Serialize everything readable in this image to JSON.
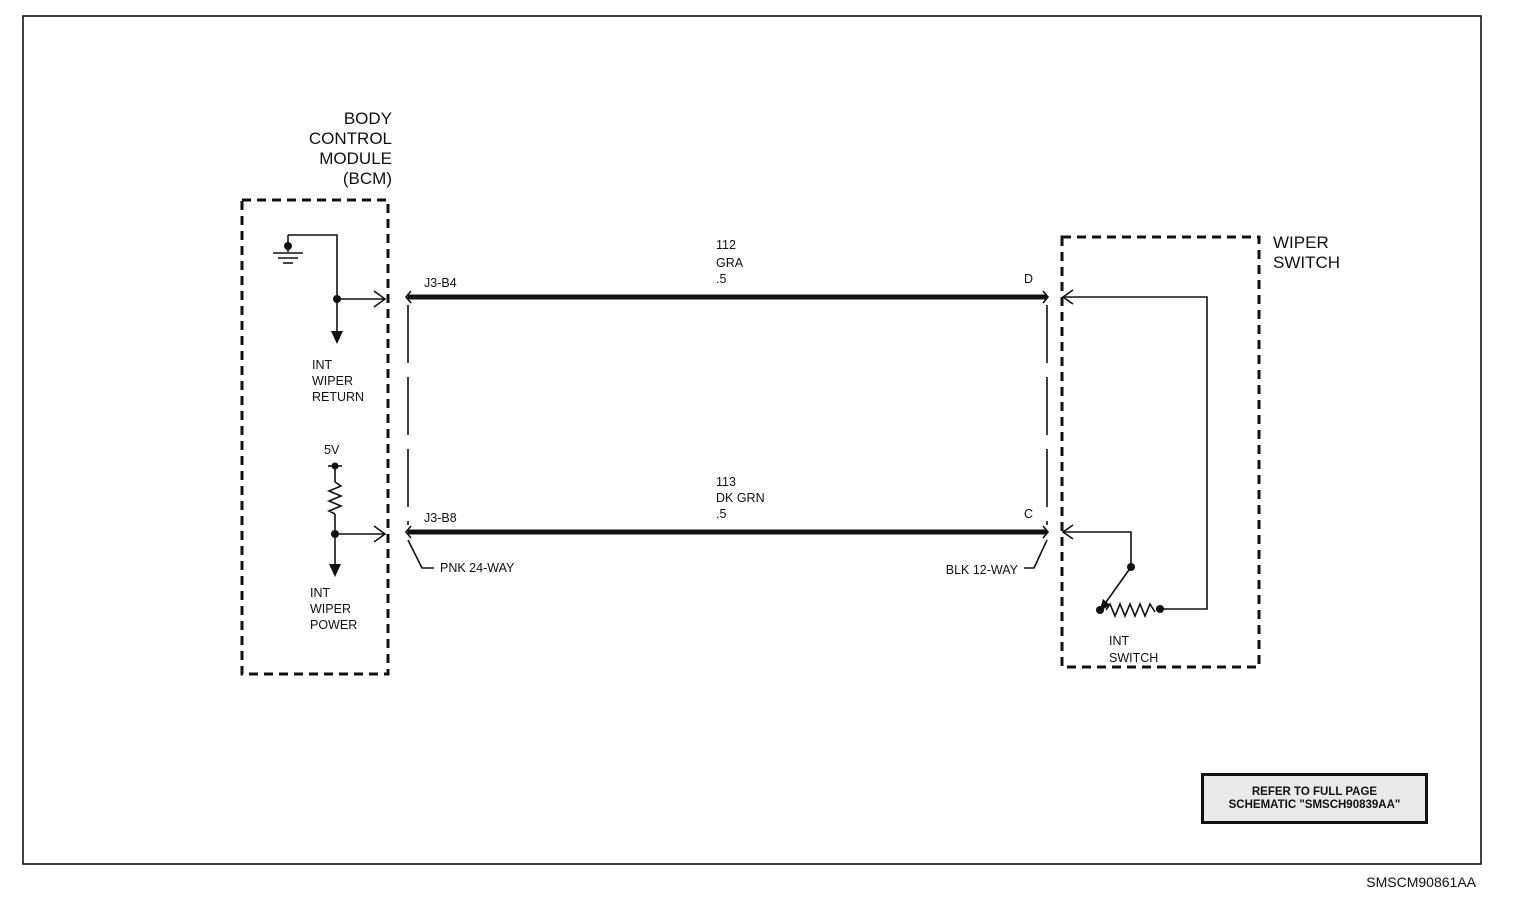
{
  "modules": {
    "bcm": {
      "title_lines": [
        "BODY",
        "CONTROL",
        "MODULE",
        "(BCM)"
      ]
    },
    "wiper_switch": {
      "title_lines": [
        "WIPER",
        "SWITCH"
      ]
    }
  },
  "bcm_circuits": {
    "return": {
      "lines": [
        "INT",
        "WIPER",
        "RETURN"
      ]
    },
    "power": {
      "lines": [
        "INT",
        "WIPER",
        "POWER"
      ],
      "supply": "5V"
    }
  },
  "wires": [
    {
      "circuit": "112",
      "color": "GRA",
      "gauge": ".5",
      "left_pin": "J3-B4",
      "right_pin": "D"
    },
    {
      "circuit": "113",
      "color": "DK GRN",
      "gauge": ".5",
      "left_pin": "J3-B8",
      "right_pin": "C"
    }
  ],
  "connectors": {
    "left": "PNK 24-WAY",
    "right": "BLK 12-WAY"
  },
  "switch_component": {
    "lines": [
      "INT",
      "SWITCH"
    ]
  },
  "note": {
    "lines": [
      "REFER TO FULL PAGE",
      "SCHEMATIC \"SMSCH90839AA\""
    ]
  },
  "figure_id": "SMSCM90861AA"
}
